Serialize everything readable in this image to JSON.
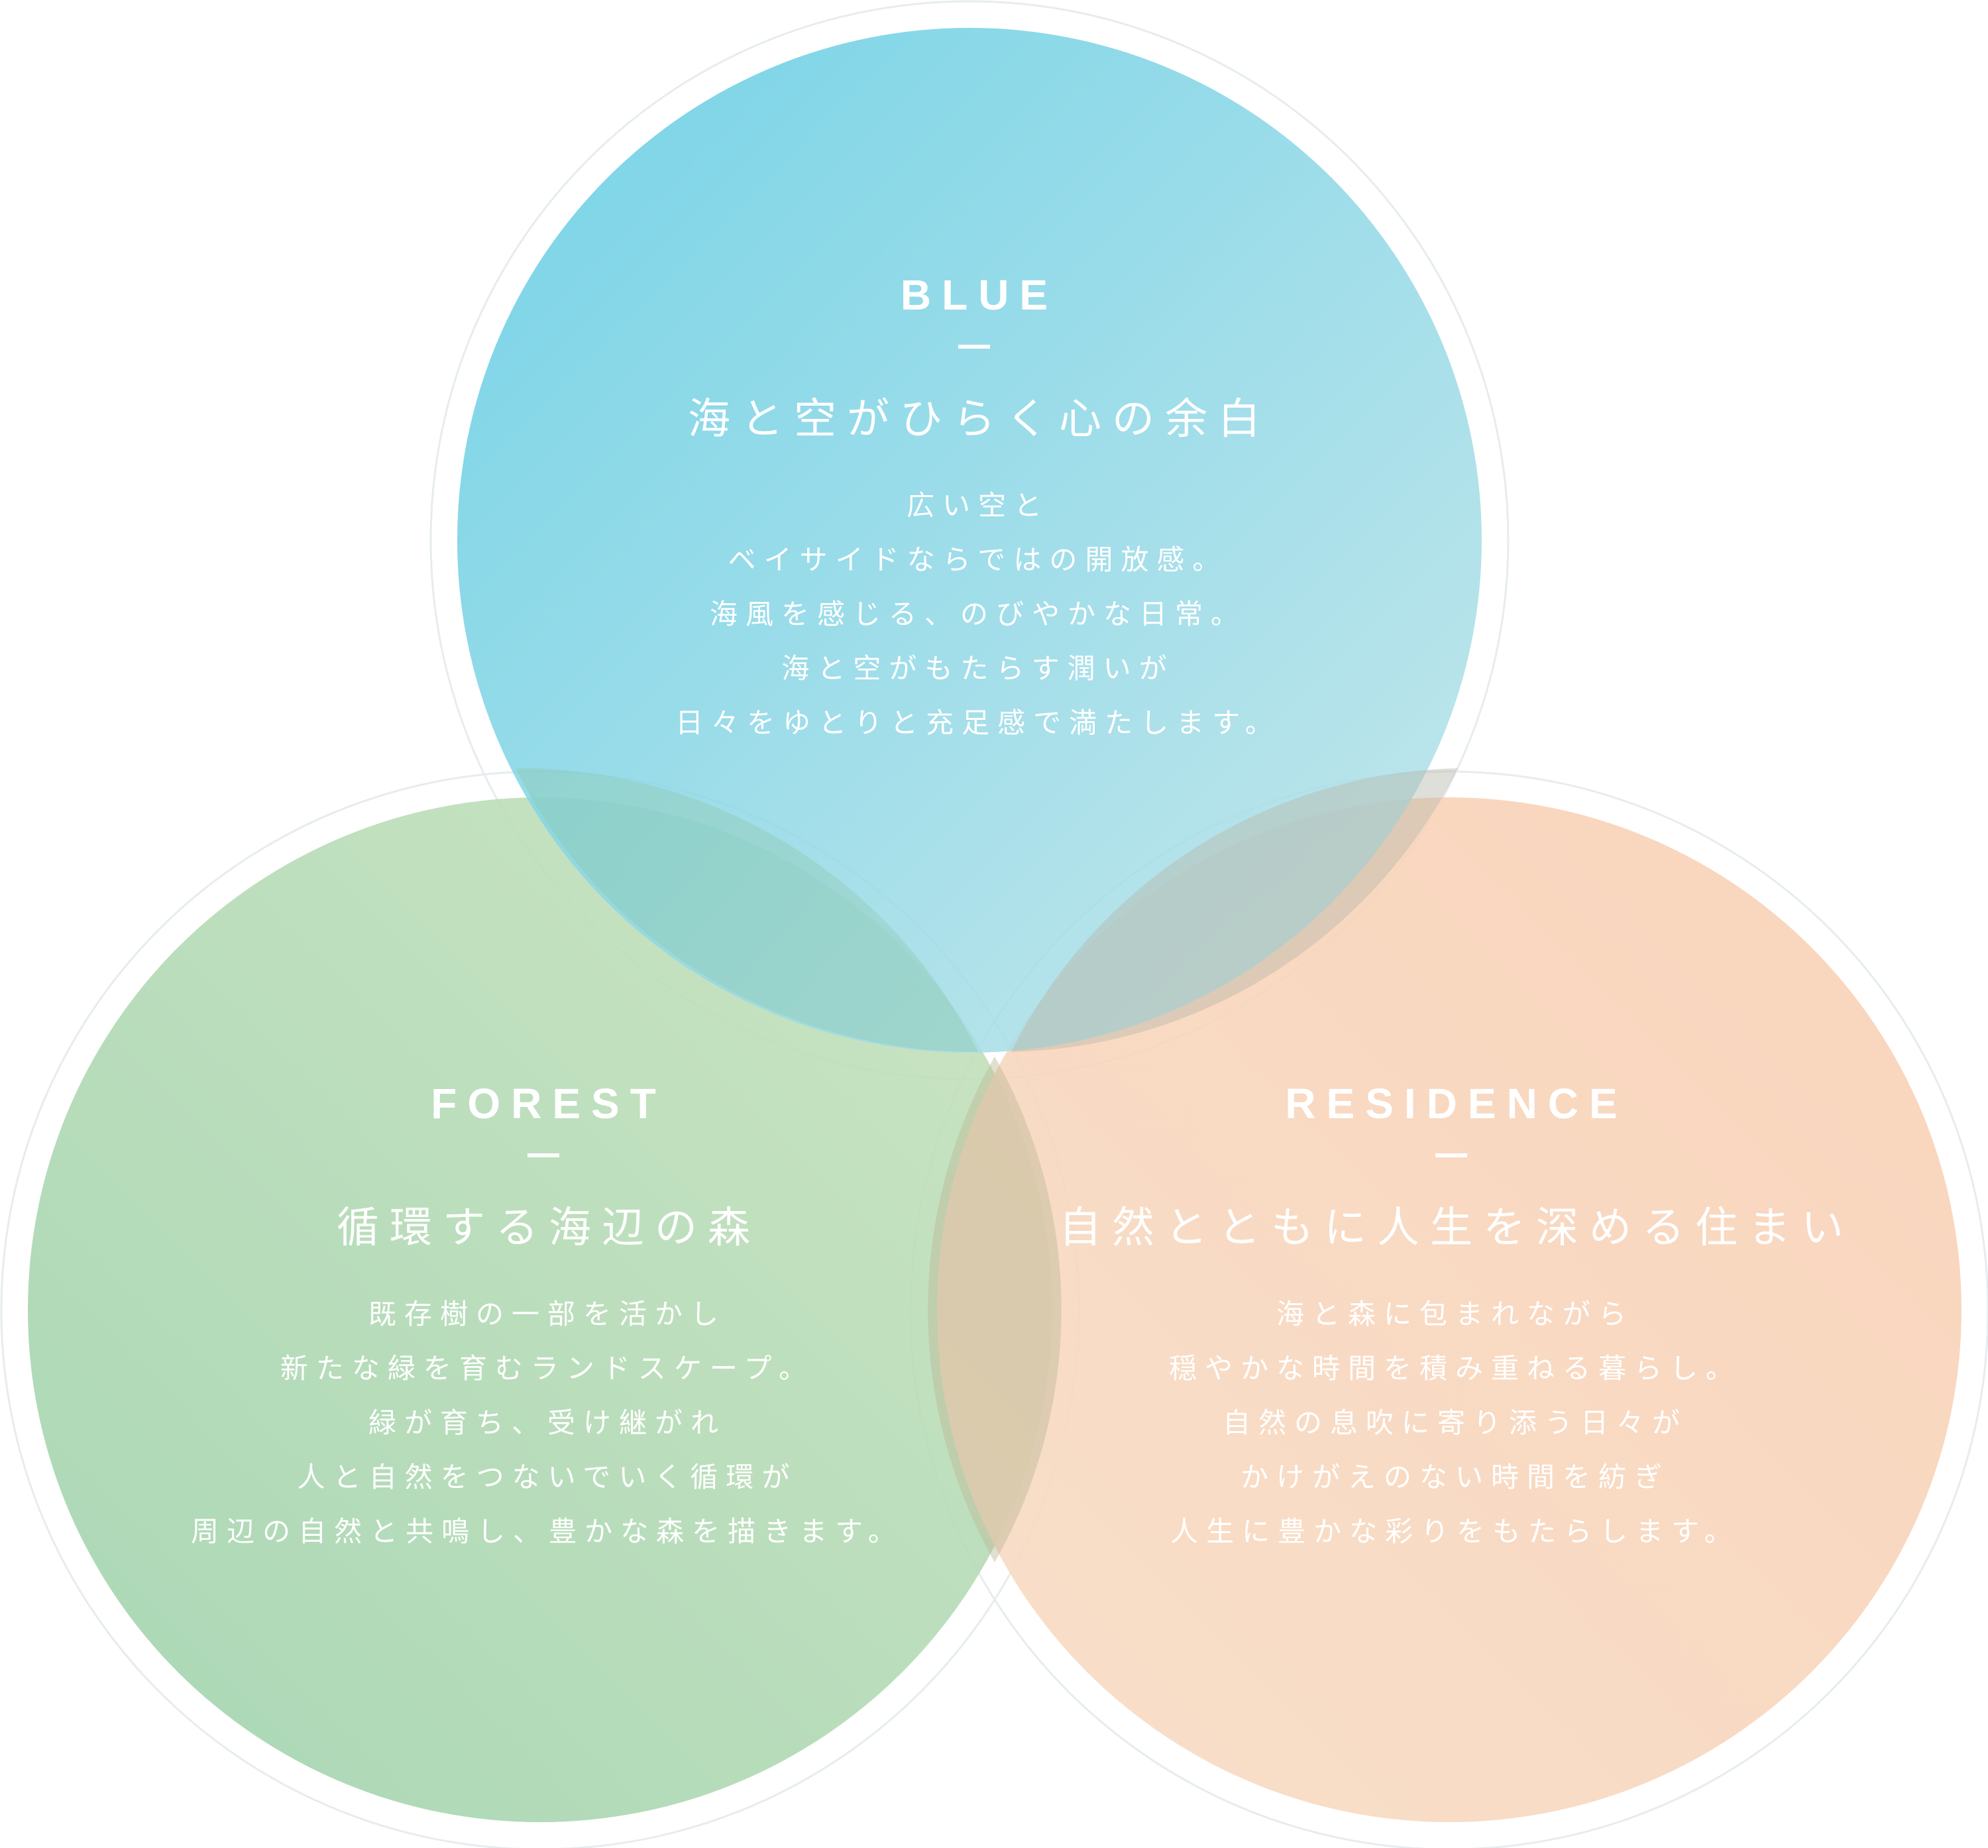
{
  "colors": {
    "blue_start": "#5ccbe3",
    "blue_end": "#bde3e8",
    "forest_start": "#9fd2ad",
    "forest_end": "#c7e2bc",
    "residence_start": "#f7dcc4",
    "residence_end": "#f9cfb4",
    "text": "#ffffff"
  },
  "circles": {
    "blue": {
      "label": "BLUE",
      "heading": "海と空がひらく心の余白",
      "lines": [
        "広い空と",
        "ベイサイドならではの開放感。",
        "海風を感じる、のびやかな日常。",
        "海と空がもたらす潤いが",
        "日々をゆとりと充足感で満たします。"
      ]
    },
    "forest": {
      "label": "FOREST",
      "heading": "循環する海辺の森",
      "lines": [
        "既存樹の一部を活かし",
        "新たな緑を育むランドスケープ。",
        "緑が育ち、受け継がれ",
        "人と自然をつないでいく循環が",
        "周辺の自然と共鳴し、豊かな森を描きます。"
      ]
    },
    "residence": {
      "label": "RESIDENCE",
      "heading": "自然とともに人生を深める住まい",
      "lines": [
        "海と森に包まれながら",
        "穏やかな時間を積み重ねる暮らし。",
        "自然の息吹に寄り添う日々が",
        "かけがえのない時間を紡ぎ",
        "人生に豊かな彩りをもたらします。"
      ]
    }
  }
}
